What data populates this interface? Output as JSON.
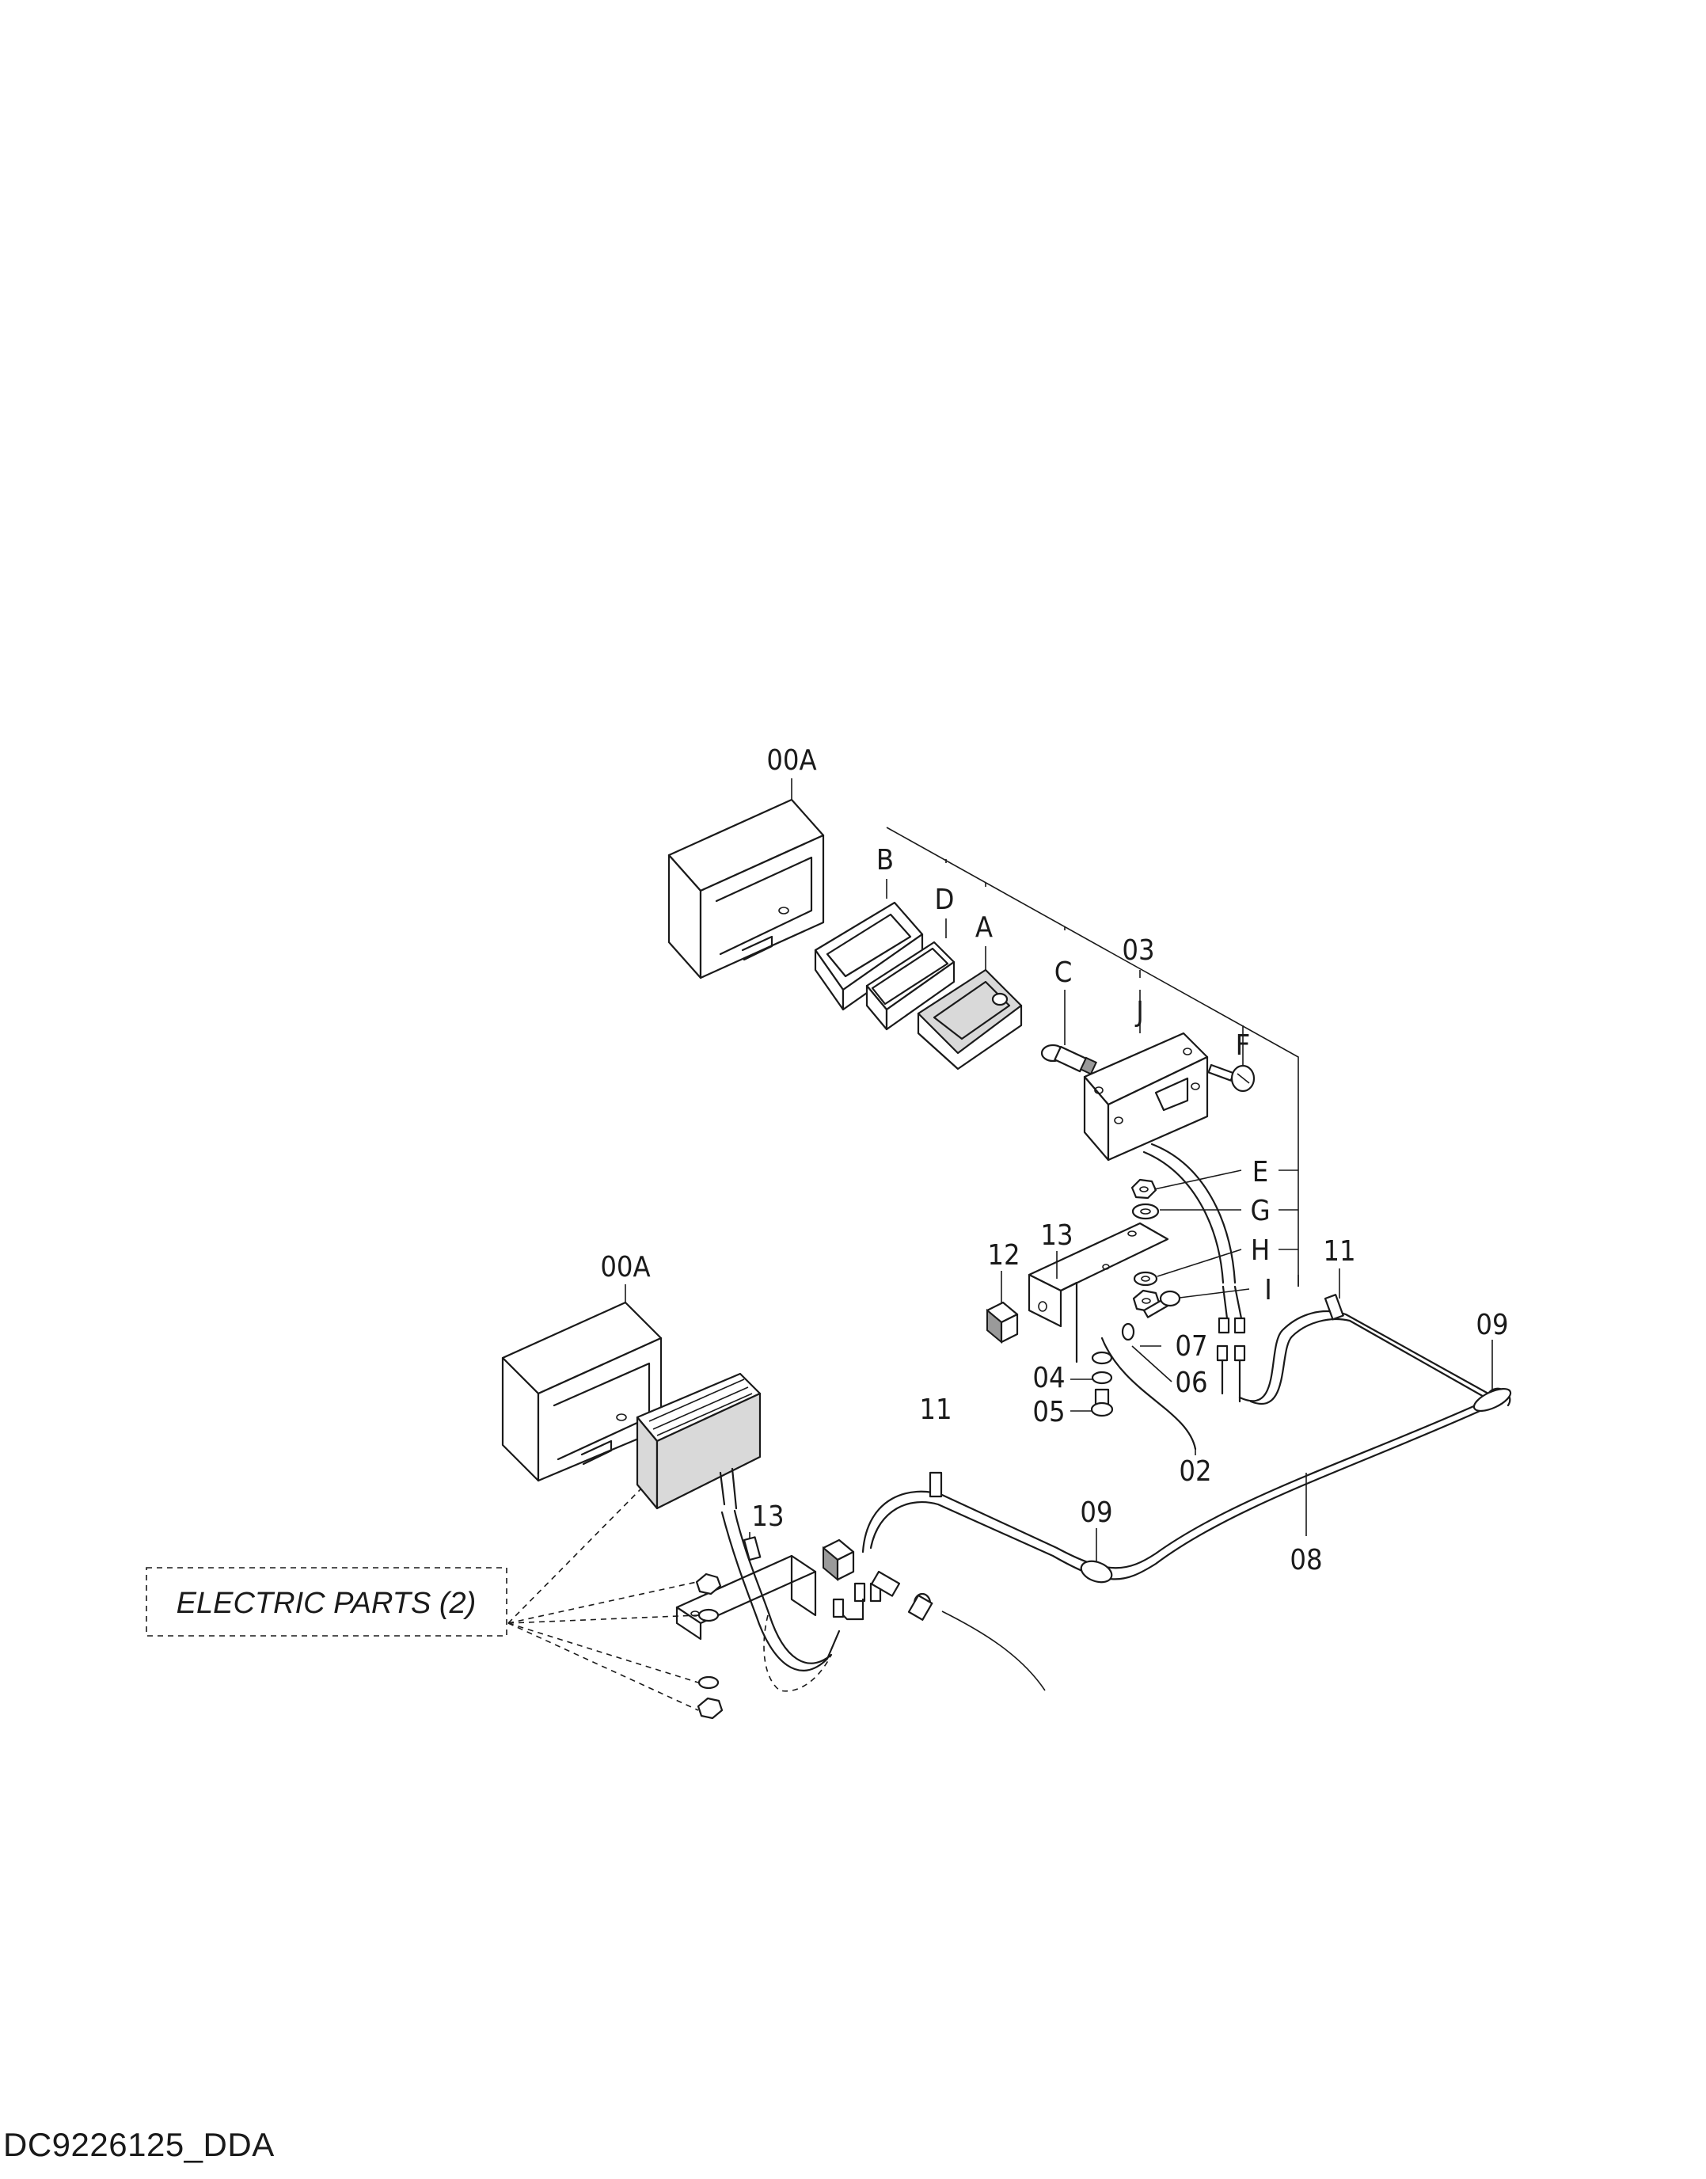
{
  "drawing_code": "DC9226125_DDA",
  "callouts": {
    "a00_top": "00A",
    "a00_left": "00A",
    "b": "B",
    "d": "D",
    "a": "A",
    "c": "C",
    "n03": "03",
    "j": "J",
    "f": "F",
    "e": "E",
    "g": "G",
    "h": "H",
    "i": "I",
    "n13_upper": "13",
    "n12": "12",
    "n11_right": "11",
    "n09_right": "09",
    "n07": "07",
    "n04": "04",
    "n06": "06",
    "n05": "05",
    "n02": "02",
    "n11_mid": "11",
    "n13_lower": "13",
    "n09_mid": "09",
    "n08": "08"
  },
  "reference_box": "ELECTRIC PARTS (2)"
}
